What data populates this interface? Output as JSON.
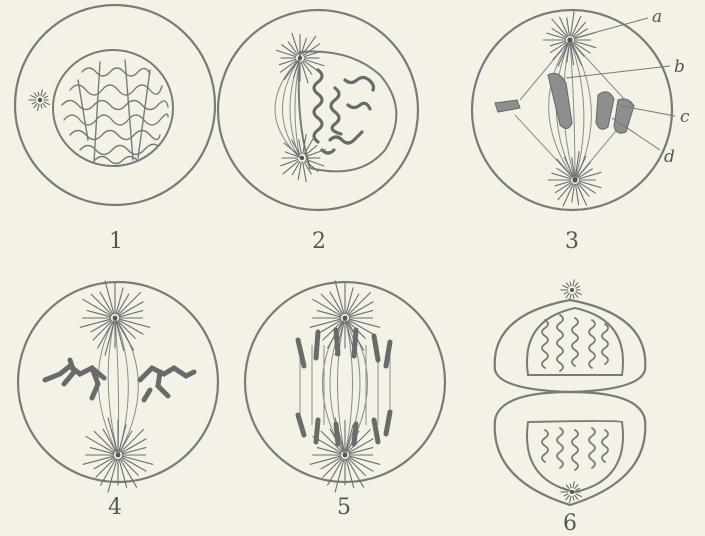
{
  "figures": [
    {
      "id": "1",
      "number": "1"
    },
    {
      "id": "2",
      "number": "2"
    },
    {
      "id": "3",
      "number": "3"
    },
    {
      "id": "4",
      "number": "4"
    },
    {
      "id": "5",
      "number": "5"
    },
    {
      "id": "6",
      "number": "6"
    }
  ],
  "labels": {
    "a": "a",
    "b": "b",
    "c": "c",
    "d": "d"
  }
}
